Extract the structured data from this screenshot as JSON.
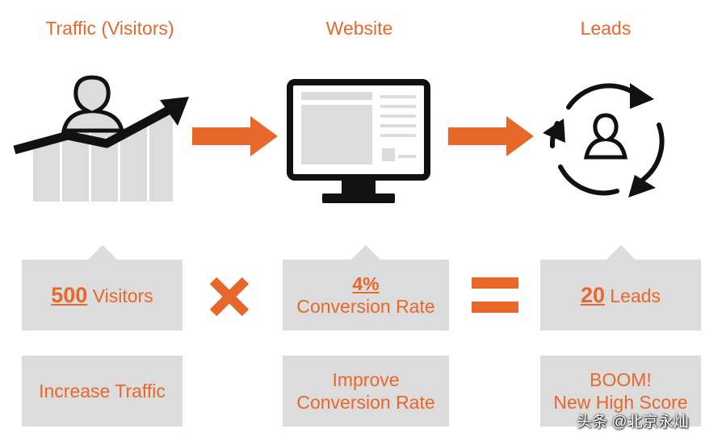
{
  "headings": {
    "traffic": "Traffic (Visitors)",
    "website": "Website",
    "leads": "Leads"
  },
  "equation": {
    "visitors_value": "500",
    "visitors_label": "Visitors",
    "conversion_value": "4%",
    "conversion_label": "Conversion Rate",
    "leads_value": "20",
    "leads_label": "Leads"
  },
  "actions": {
    "traffic": "Increase Traffic",
    "conversion_line1": "Improve",
    "conversion_line2": "Conversion Rate",
    "leads_line1": "BOOM!",
    "leads_line2": "New High Score"
  },
  "watermark": "头条 @北京永灿",
  "colors": {
    "accent": "#e8672a",
    "box": "#dcdcdc",
    "icon": "#111111"
  },
  "icons": [
    "person-chart-icon",
    "monitor-icon",
    "cycle-person-icon",
    "arrow-right-icon",
    "multiply-icon",
    "equals-icon"
  ]
}
